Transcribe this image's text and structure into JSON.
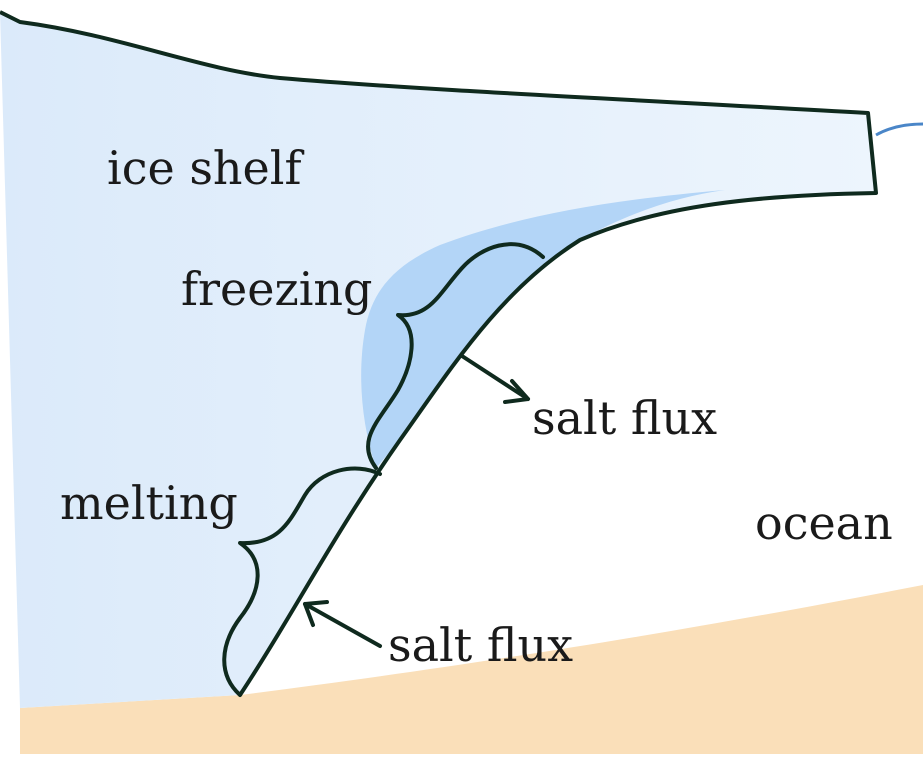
{
  "labels": {
    "ice_shelf": "ice shelf",
    "freezing": "freezing",
    "melting": "melting",
    "salt_flux_upper": "salt flux",
    "salt_flux_lower": "salt flux",
    "ocean": "ocean"
  },
  "colors": {
    "ice": "#e3effb",
    "marine_ice": "#b3d5f7",
    "seafloor": "#fadfb9",
    "outline": "#0f2a1e",
    "water_line": "#4a86c8",
    "text": "#1a1a1a"
  }
}
